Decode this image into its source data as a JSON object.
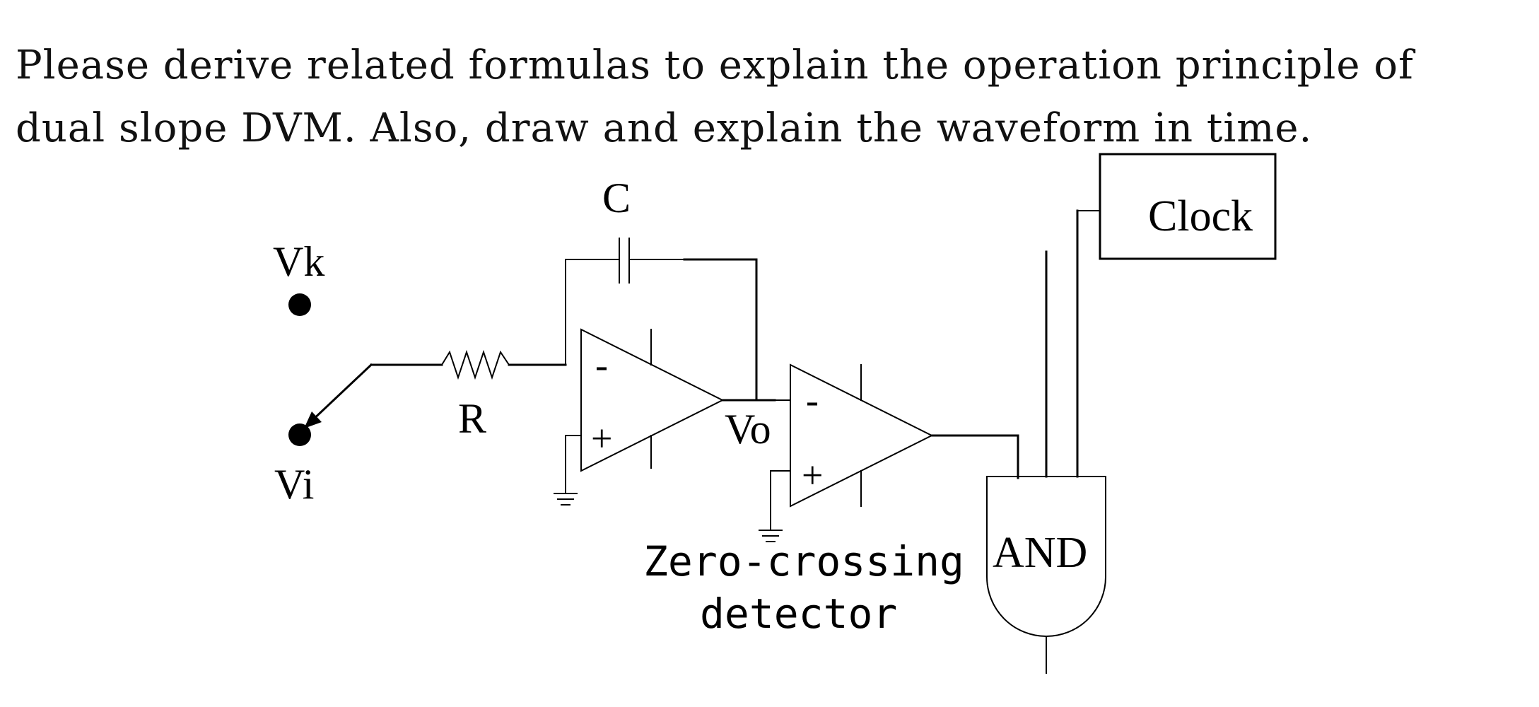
{
  "question": "Please derive related formulas to explain the operation principle of dual slope DVM. Also, draw and explain the waveform in time.",
  "diagram": {
    "labels": {
      "vk": "Vk",
      "vi": "Vi",
      "resistor": "R",
      "capacitor": "C",
      "output": "Vo",
      "minus_1": "-",
      "plus_1": "+",
      "minus_2": "-",
      "plus_2": "+",
      "detector_line1": "Zero-crossing",
      "detector_line2": "detector",
      "and_gate": "AND",
      "clock": "Clock"
    }
  }
}
